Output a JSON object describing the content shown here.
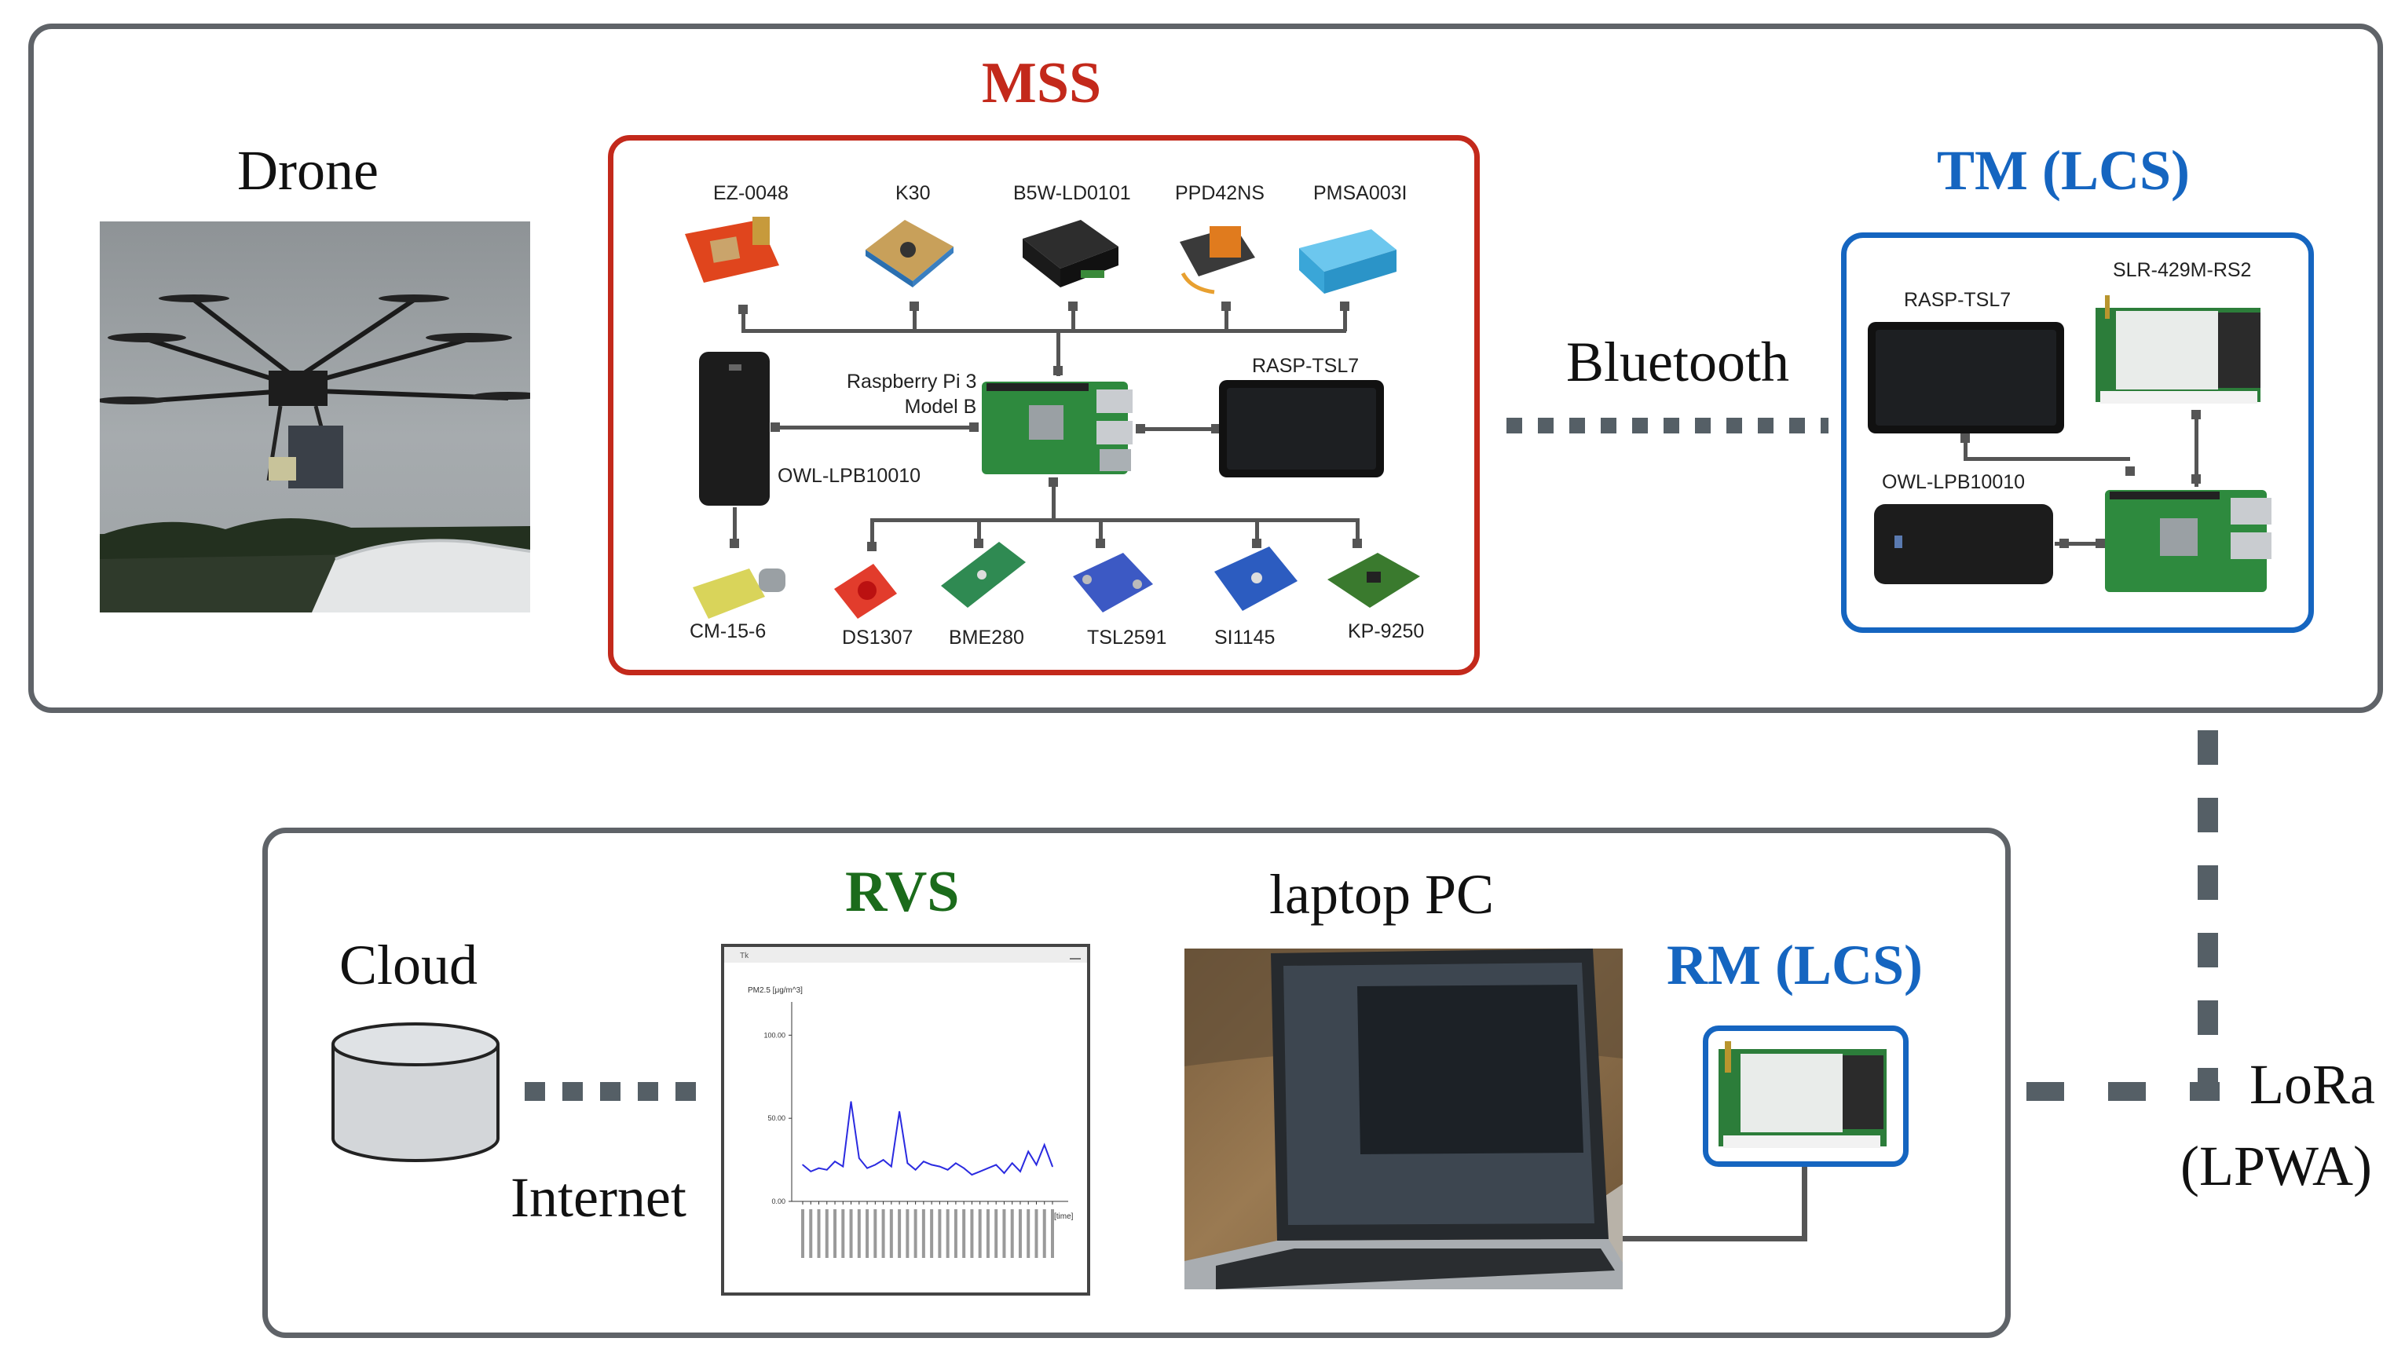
{
  "colors": {
    "panel_border": "#5f6368",
    "mss": "#c3291b",
    "lcs": "#1565c0",
    "rvs": "#1b6b1b",
    "link": "#555f66"
  },
  "top_panel": {
    "drone_label": "Drone",
    "mss": {
      "title": "MSS",
      "top_sensors": [
        "EZ-0048",
        "K30",
        "B5W-LD0101",
        "PPD42NS",
        "PMSA003I"
      ],
      "bottom_sensors": [
        "DS1307",
        "BME280",
        "TSL2591",
        "SI1145",
        "KP-9250"
      ],
      "controller": "Raspberry Pi 3\nModel B",
      "display": "RASP-TSL7",
      "battery": "OWL-LPB10010",
      "fan": "CM-15-6"
    },
    "bluetooth_label": "Bluetooth",
    "tm": {
      "title": "TM (LCS)",
      "display": "RASP-TSL7",
      "radio": "SLR-429M-RS2",
      "battery": "OWL-LPB10010"
    }
  },
  "bottom_panel": {
    "cloud_label": "Cloud",
    "internet_label": "Internet",
    "rvs": {
      "title": "RVS",
      "window_title": "Tk",
      "chart_ylabel": "PM2.5 [μg/m^3]",
      "chart_xlabel": "[time]",
      "yticks": [
        "100.00",
        "50.00",
        "0.00"
      ]
    },
    "laptop_label": "laptop PC",
    "rm_title": "RM (LCS)"
  },
  "lora_label": "LoRa",
  "lpwa_label": "(LPWA)",
  "chart_data": {
    "type": "line",
    "ylabel": "PM2.5 [μg/m^3]",
    "xlabel": "[time]",
    "ylim": [
      0,
      120
    ],
    "series": [
      {
        "values": [
          22,
          18,
          20,
          19,
          24,
          21,
          60,
          26,
          20,
          22,
          25,
          21,
          54,
          23,
          19,
          24,
          22,
          21,
          19,
          23,
          20,
          16,
          18,
          20,
          22,
          17,
          23,
          18,
          30,
          22,
          34,
          21
        ]
      }
    ]
  }
}
